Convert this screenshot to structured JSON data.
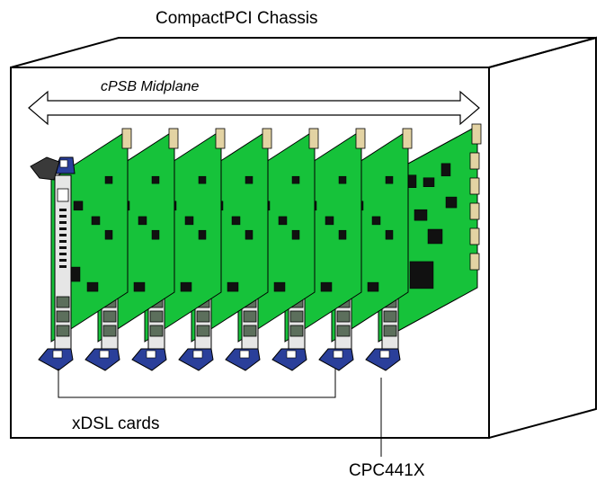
{
  "labels": {
    "title": "CompactPCI Chassis",
    "midplane": "cPSB Midplane",
    "xdsl_cards": "xDSL cards",
    "cpc_card": "CPC441X"
  },
  "cards": {
    "xdsl_count": 7,
    "cpc_count": 1
  },
  "colors": {
    "board_green": "#16c23a",
    "board_green_dark": "#0e8f2a",
    "faceplate": "#e6e6e6",
    "handle_blue": "#2a3f9a",
    "connector_tan": "#e3d3a3",
    "chip_black": "#111111",
    "line": "#000000"
  },
  "icons": {
    "midplane_arrow": "double-arrow-icon"
  }
}
